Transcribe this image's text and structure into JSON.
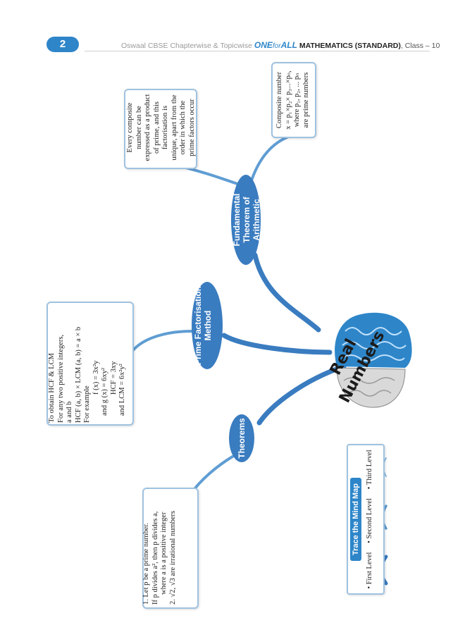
{
  "header": {
    "page_number": "2",
    "prefix": "Oswaal CBSE Chapterwise & Topicwise",
    "brand_one": "ONE",
    "brand_for": "for",
    "brand_all": "ALL",
    "subject": "MATHEMATICS (STANDARD)",
    "class_label": ", Class – 10"
  },
  "center": {
    "title": "Real Numbers"
  },
  "branches": {
    "theorems": {
      "label": "Theorems",
      "lines": [
        "1. Let p be a prime number.",
        "If p divides a², then p divides a,",
        "where a is a positive integer",
        "2. √2, √3 are irrational numbers"
      ]
    },
    "prime_factorisation": {
      "label_line1": "Prime Factorisation",
      "label_line2": "Method",
      "lines": [
        "To obtain HCF & LCM",
        "For any two positive integers,",
        "a and b",
        "HCF (a, b) × LCM (a, b) = a × b",
        "For example",
        "f (x) = 3x²y",
        "and    g (x) = 6xy²",
        "HCF = 3xy",
        "and  LCM = 6x²y²"
      ]
    },
    "fundamental_theorem": {
      "label_line1": "Fundamental",
      "label_line2": "Theorem of Arithmetic",
      "box1_lines": [
        "Every composite",
        "number can be",
        "expressed as a product",
        "of prime, and this",
        "factorisation is",
        "unique, apart from the",
        "order in which the",
        "prime factors occur"
      ],
      "box2_lines": [
        "Composite number",
        "x = p₁×p₂× p₃...×pₙ,",
        "where p₁, p₂, ... pₙ",
        "are prime numbers"
      ]
    }
  },
  "legend": {
    "title": "Trace the Mind Map",
    "first": "First Level",
    "second": "Second Level",
    "third": "Third Level"
  },
  "colors": {
    "primary_blue": "#2e86c9",
    "dark_blue": "#3a7cc0",
    "light_blue": "#8dbbe2",
    "box_border": "#9fc2e0"
  }
}
